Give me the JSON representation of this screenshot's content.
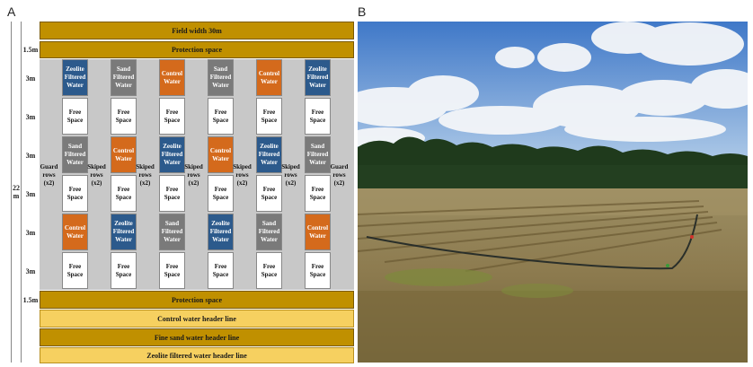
{
  "panels": {
    "a": "A",
    "b": "B"
  },
  "field": {
    "vertical_label_line1": "22",
    "vertical_label_line2": "m",
    "width_label": "Field width 30m",
    "protection_top": "Protection space",
    "protection_bottom": "Protection space",
    "header_lines": [
      "Control water header line",
      "Fine sand water header line",
      "Zeolite filtered water header line"
    ],
    "row_labels": [
      "1.5m",
      "3m",
      "3m",
      "3m",
      "3m",
      "3m",
      "3m",
      "1.5m"
    ],
    "separators": [
      "Guard rows (x2)",
      "Skiped rows (x2)",
      "Skiped rows (x2)",
      "Skiped rows (x2)",
      "Skiped rows (x2)",
      "Skiped rows (x2)",
      "Guard rows (x2)"
    ],
    "columns": [
      [
        "Zeolite Filtered Water",
        "Free Space",
        "Sand Filtered Water",
        "Free Space",
        "Control Water",
        "Free Space"
      ],
      [
        "Sand Filtered Water",
        "Free Space",
        "Control Water",
        "Free Space",
        "Zeolite Filtered Water",
        "Free Space"
      ],
      [
        "Control Water",
        "Free Space",
        "Zeolite Filtered Water",
        "Free Space",
        "Sand Filtered Water",
        "Free Space"
      ],
      [
        "Sand Filtered Water",
        "Free Space",
        "Control Water",
        "Free Space",
        "Zeolite Filtered Water",
        "Free Space"
      ],
      [
        "Control Water",
        "Free Space",
        "Zeolite Filtered Water",
        "Free Space",
        "Sand Filtered Water",
        "Free Space"
      ],
      [
        "Zeolite Filtered Water",
        "Free Space",
        "Sand Filtered Water",
        "Free Space",
        "Control Water",
        "Free Space"
      ]
    ]
  },
  "colors": {
    "zeolite": "#2c5a8c",
    "sand": "#7a7a7a",
    "control": "#d46a1c",
    "band": "#c09000",
    "header": "#f6d060"
  }
}
